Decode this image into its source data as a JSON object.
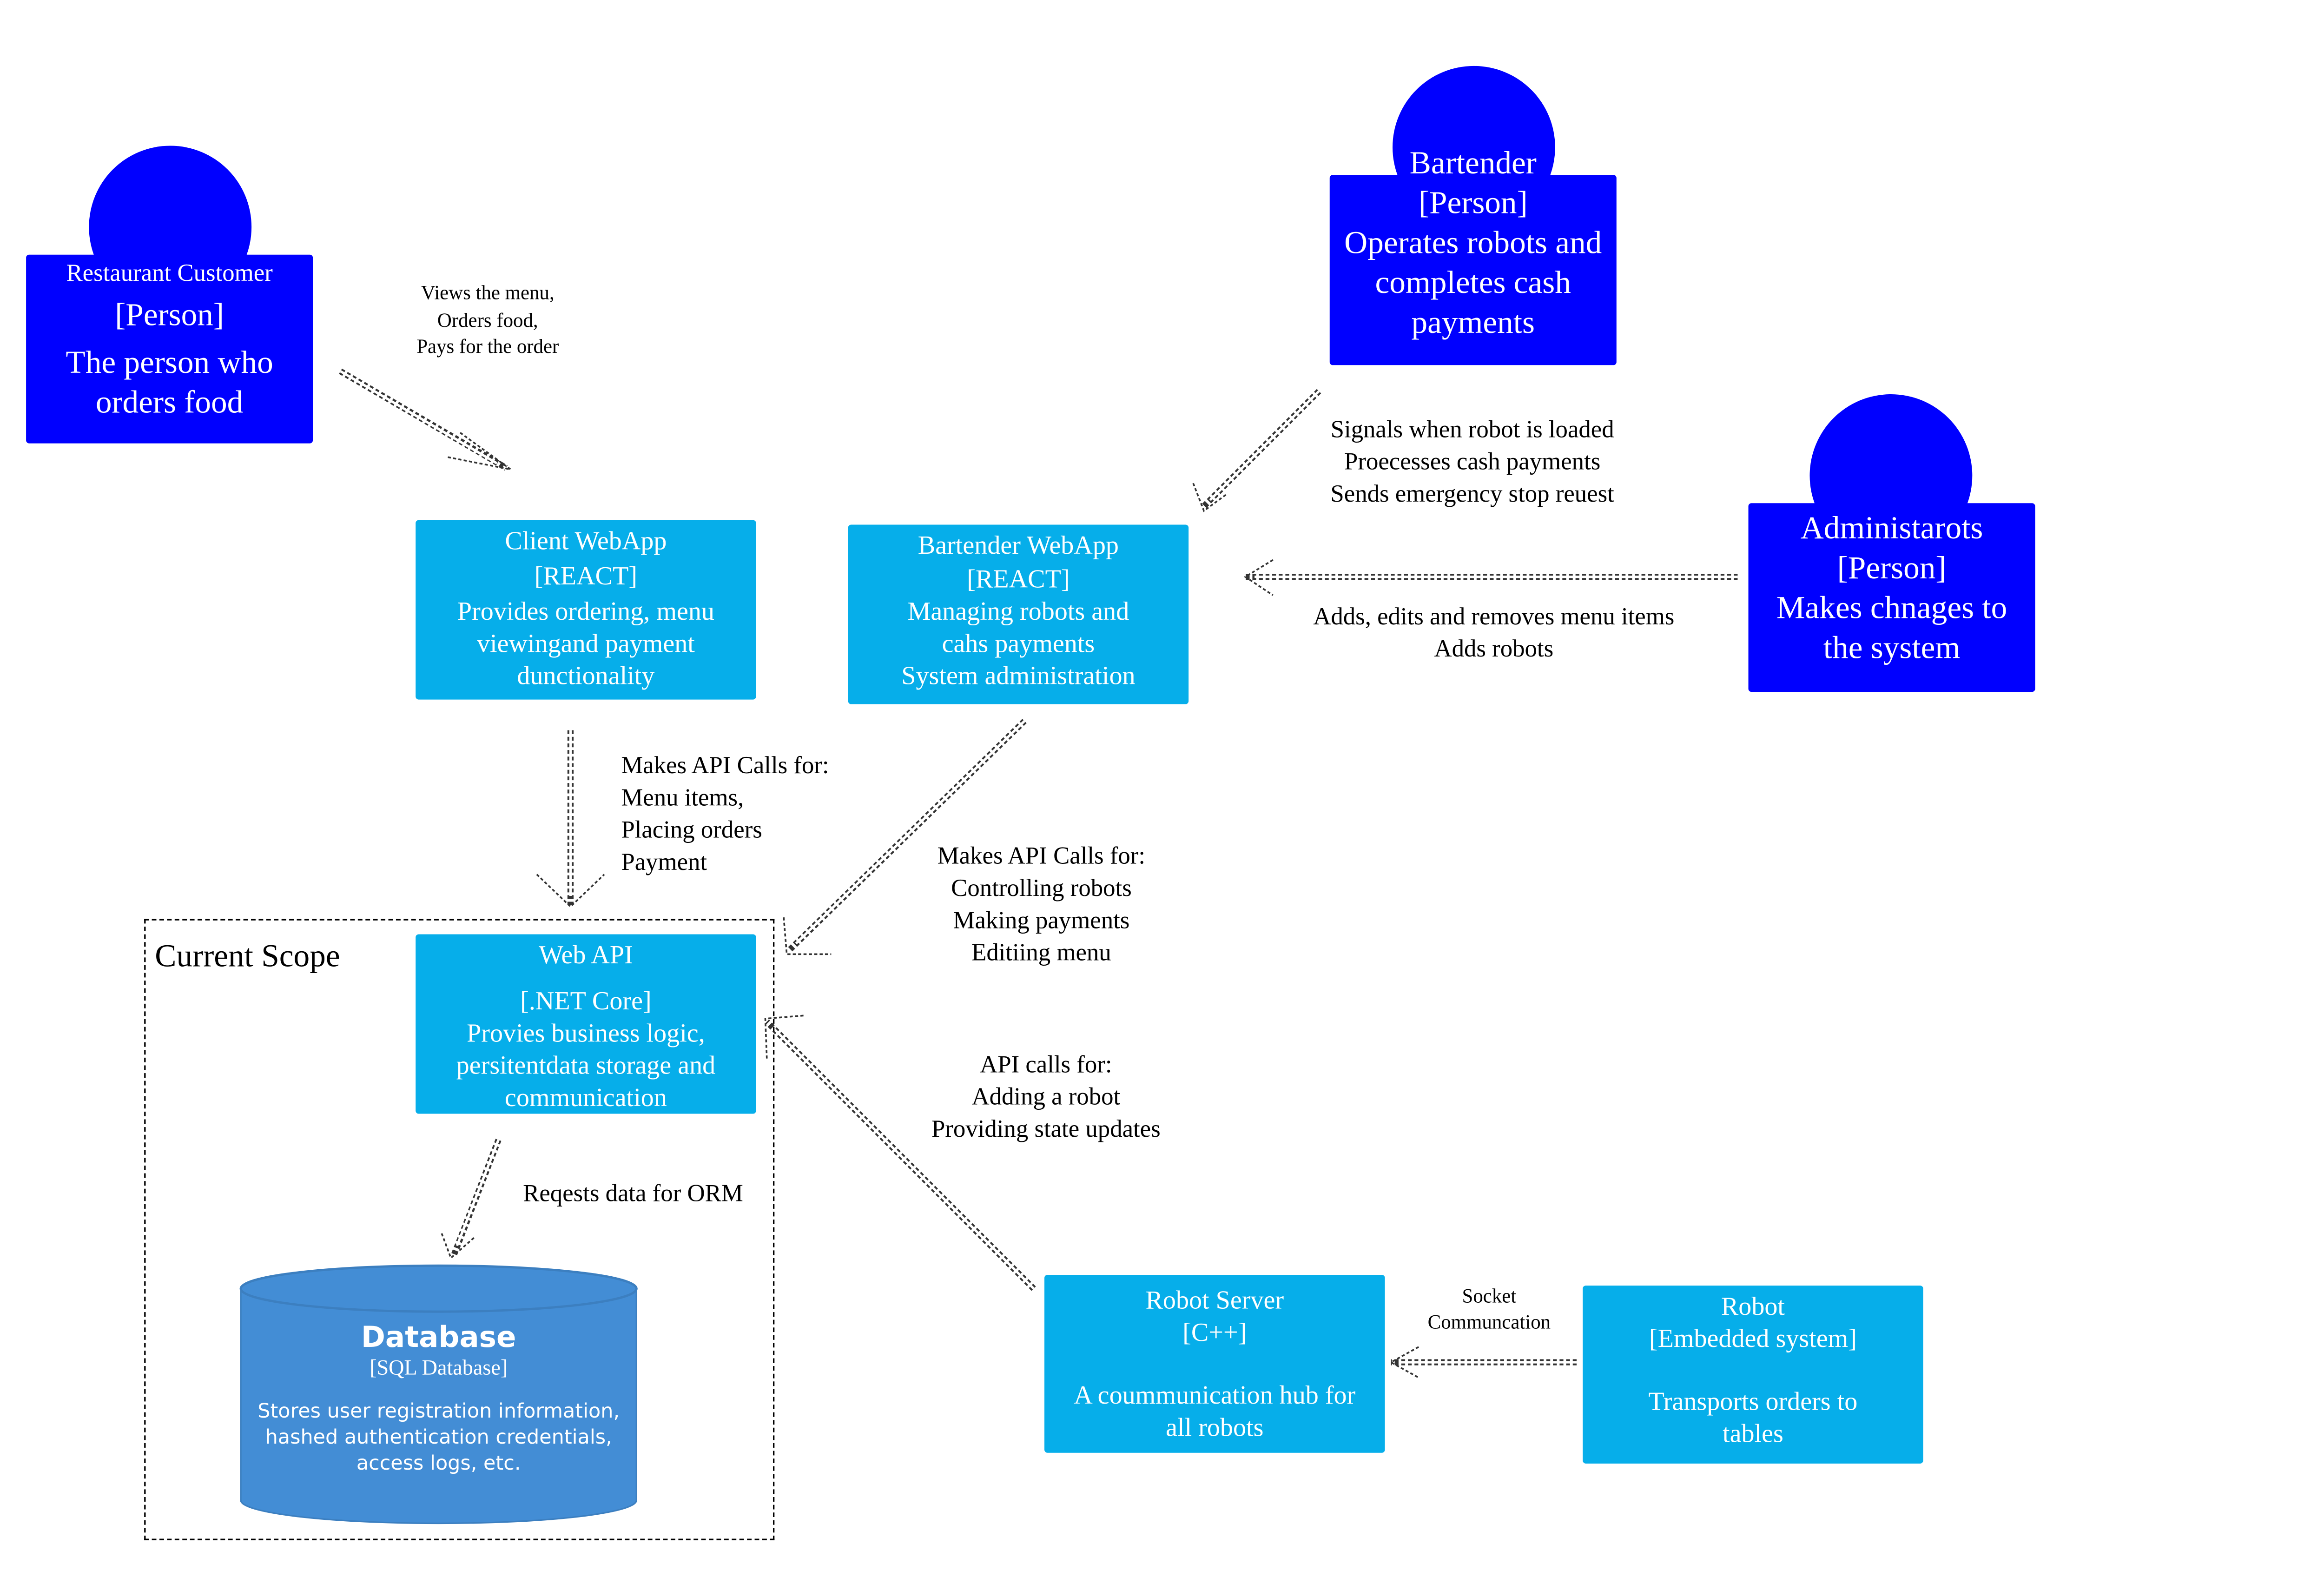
{
  "persons": {
    "customer": {
      "name": "Restaurant Customer",
      "type": "[Person]",
      "desc": [
        "The person who",
        "orders food"
      ]
    },
    "bartender": {
      "name": "Bartender",
      "type": "[Person]",
      "desc": [
        "Operates robots and",
        "completes cash",
        "payments"
      ]
    },
    "admin": {
      "name": "Administarots",
      "type": "[Person]",
      "desc": [
        "Makes chnages to",
        "the system"
      ]
    }
  },
  "containers": {
    "client": {
      "name": "Client WebApp",
      "tech": "[REACT]",
      "desc": [
        "Provides ordering, menu",
        "viewingand payment",
        "dunctionality"
      ]
    },
    "bartender_app": {
      "name": "Bartender WebApp",
      "tech": "[REACT]",
      "desc": [
        "Managing robots and",
        "cahs payments",
        "System administration"
      ]
    },
    "webapi": {
      "name": "Web API",
      "tech": "[.NET Core]",
      "desc": [
        "Provies business logic,",
        "persitentdata storage and",
        "communication"
      ]
    },
    "robot_server": {
      "name": "Robot Server",
      "tech": "[C++]",
      "desc": [
        "A coummunication hub for",
        "all robots"
      ]
    },
    "robot": {
      "name": "Robot",
      "tech": "[Embedded system]",
      "desc": [
        "Transports orders to",
        "tables"
      ]
    }
  },
  "database": {
    "name": "Database",
    "tech": "[SQL Database]",
    "desc": [
      "Stores user registration information,",
      "hashed authentication credentials,",
      "access logs, etc."
    ]
  },
  "scope": {
    "label": "Current Scope"
  },
  "relations": {
    "customer_client": [
      "Views the menu,",
      "Orders food,",
      "Pays for the order"
    ],
    "bartender_app": [
      "Signals when robot is loaded",
      "Proecesses cash payments",
      "Sends emergency stop reuest"
    ],
    "admin_app": [
      "Adds, edits and removes menu items",
      "Adds robots"
    ],
    "client_api": [
      "Makes API Calls for:",
      "Menu items,",
      "Placing orders",
      "Payment"
    ],
    "bartender_api": [
      "Makes API  Calls for:",
      "Controlling robots",
      "Making payments",
      "Editiing menu"
    ],
    "robotserver_api": [
      "API calls for:",
      "Adding a robot",
      "Providing state updates"
    ],
    "api_db": [
      "Reqests data for ORM"
    ],
    "robot_robotserver": [
      "Socket",
      "Communcation"
    ]
  },
  "colors": {
    "person": "#0000ff",
    "container": "#06aeea",
    "database": "#438dd5"
  }
}
